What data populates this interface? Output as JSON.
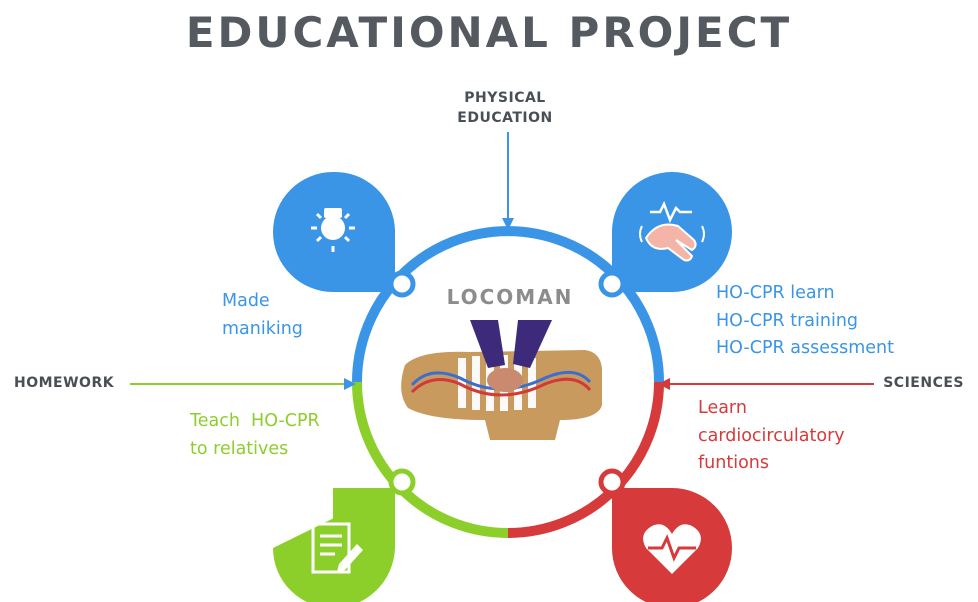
{
  "title": "EDUCATIONAL PROJECT",
  "center": {
    "title": "LOCOMAN"
  },
  "inputs": {
    "top": [
      "PHYSICAL",
      "EDUCATION"
    ],
    "left": "HOMEWORK",
    "right": "SCIENCES"
  },
  "quadrants": {
    "top_left": {
      "lines": [
        "Made",
        "maniking"
      ],
      "icon": "lightbulb-icon",
      "color": "#3a95e6"
    },
    "top_right": {
      "lines": [
        "HO-CPR learn",
        "HO-CPR training",
        "HO-CPR assessment"
      ],
      "icon": "cpr-hands-icon",
      "color": "#3a95e6"
    },
    "bottom_left": {
      "lines": [
        "Teach  HO-CPR",
        "to relatives"
      ],
      "icon": "document-edit-icon",
      "color": "#8ccf2a"
    },
    "bottom_right": {
      "lines": [
        "Learn",
        "cardiocirculatory",
        "funtions"
      ],
      "icon": "heart-pulse-icon",
      "color": "#d63a3a"
    }
  },
  "colors": {
    "blue": "#3a95e6",
    "green": "#8ccf2a",
    "red": "#d63a3a",
    "title": "#555a61"
  }
}
